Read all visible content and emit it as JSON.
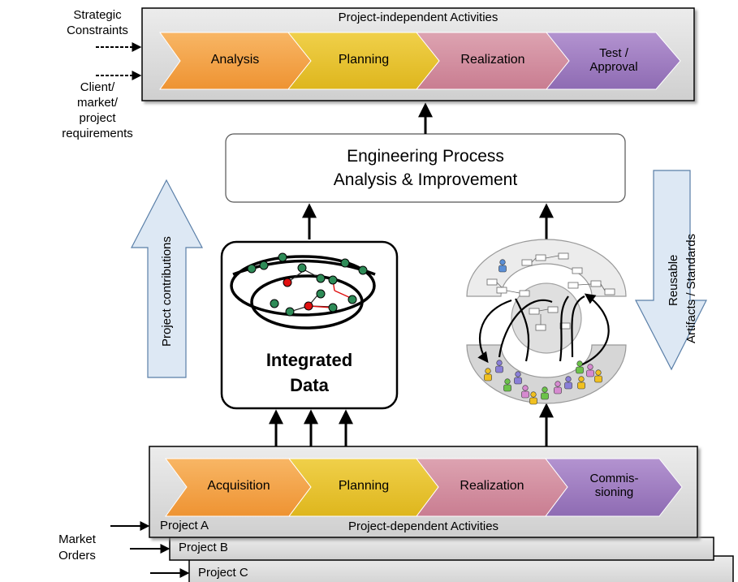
{
  "top_panel": {
    "title": "Project-independent Activities",
    "steps": [
      "Analysis",
      "Planning",
      "Realization",
      "Test / Approval"
    ],
    "steps_display": [
      [
        "Analysis"
      ],
      [
        "Planning"
      ],
      [
        "Realization"
      ],
      [
        "Test /",
        "Approval"
      ]
    ]
  },
  "inputs": {
    "strategic": [
      "Strategic",
      "Constraints"
    ],
    "client": [
      "Client/",
      "market/",
      "project",
      "requirements"
    ]
  },
  "center_box": {
    "line1": "Engineering Process",
    "line2": "Analysis & Improvement"
  },
  "left_arrow": {
    "label": "Project contributions"
  },
  "right_arrow": {
    "label_line1": "Reusable",
    "label_line2": "Artifacts / Standards"
  },
  "integrated": {
    "line1": "Integrated",
    "line2": "Data"
  },
  "bottom_panel": {
    "title": "Project-dependent Activities",
    "steps": [
      "Acquisition",
      "Planning",
      "Realization",
      "Commissioning"
    ],
    "steps_display": [
      [
        "Acquisition"
      ],
      [
        "Planning"
      ],
      [
        "Realization"
      ],
      [
        "Commis-",
        "sioning"
      ]
    ]
  },
  "projects": [
    "Project A",
    "Project B",
    "Project C"
  ],
  "market_orders": [
    "Market",
    "Orders"
  ],
  "colors": {
    "panel_bg": "#dcdcdc",
    "analysis": "#f4a64a",
    "planning": "#e8c42c",
    "realization": "#d38ea0",
    "test": "#a07fc0",
    "arrow_fill": "#dde8f4",
    "node_green": "#2e8b57",
    "node_red": "#e01010"
  }
}
